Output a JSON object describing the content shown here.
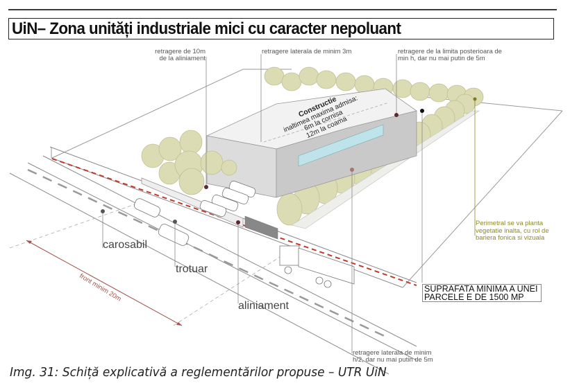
{
  "header": {
    "title": "UiN– Zona unități  industriale mici cu caracter nepoluant"
  },
  "callouts": {
    "setback_front": [
      "retragere de 10m",
      "de la aliniament"
    ],
    "setback_lateral_top": "retragere laterala de minim 3m",
    "setback_rear": [
      "retragere de la limita posterioara de",
      "min h, dar nu mai putin de 5m"
    ],
    "perimeter_planting": [
      "Perimetral se va planta",
      "vegetatie inalta, cu rol de",
      "bariera fonica si vizuala"
    ],
    "min_area": [
      "SUPRAFATA MINIMA A UNEI",
      "PARCELE E DE 1500 MP"
    ],
    "setback_lateral_bottom": [
      "retragere laterala de minim",
      "h/2, dar nu mai putin de 5m"
    ],
    "front_min": "front minim 20m"
  },
  "building": {
    "title": "Constructie",
    "lines": [
      "inaltimea maxima admisa:",
      "6m la cornisa",
      "12m la coama"
    ]
  },
  "street_labels": {
    "carriageway": "carosabil",
    "sidewalk": "trotuar",
    "alignment": "aliniament"
  },
  "caption": "Img. 31:  Schiță explicativă a reglementărilor propuse – UTR UiN",
  "colors": {
    "tree_fill": "#dcdcb4",
    "tree_stroke": "#b8b88a",
    "alignment_line": "#c0392b",
    "callout_dot_dark": "#5a2a30",
    "callout_dot_olive": "#7a7a20",
    "front_label": "#a0524a",
    "window_glass": "#bfe3ea"
  }
}
